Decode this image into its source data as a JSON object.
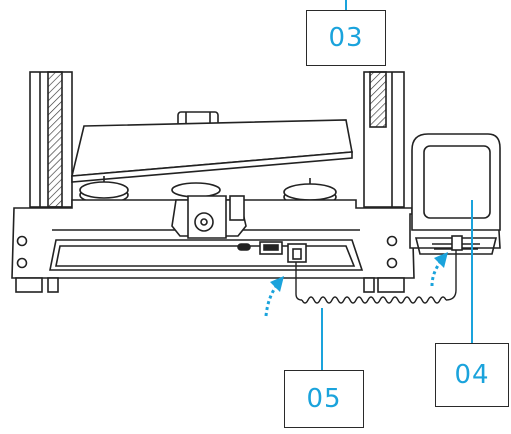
{
  "callouts": {
    "c03": "03",
    "c04": "04",
    "c05": "05"
  },
  "colors": {
    "accent": "#1aa3dc",
    "line": "#2a2a2a"
  }
}
